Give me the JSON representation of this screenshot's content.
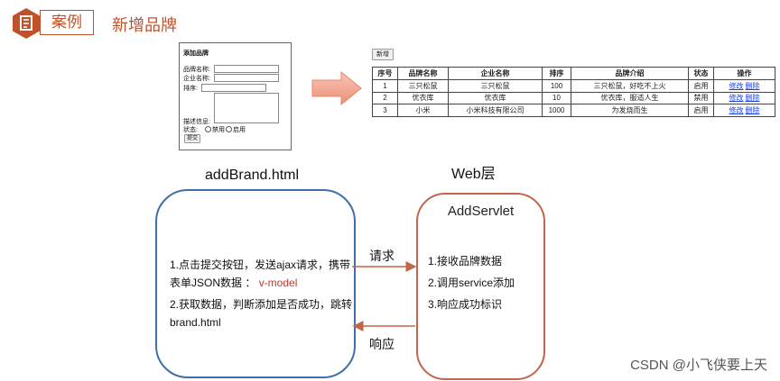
{
  "header": {
    "tab": "案例",
    "title": "新增品牌"
  },
  "form": {
    "title": "添加品牌",
    "brand_label": "品牌名称:",
    "company_label": "企业名称:",
    "order_label": "排序:",
    "desc_label": "描述信息:",
    "status_label": "状态:",
    "disable_label": "禁用",
    "enable_label": "启用",
    "submit_label": "提交"
  },
  "table_view": {
    "add_button": "新增",
    "columns": [
      "序号",
      "品牌名称",
      "企业名称",
      "排序",
      "品牌介绍",
      "状态",
      "操作"
    ],
    "rows": [
      {
        "no": "1",
        "brand": "三只松鼠",
        "company": "三只松鼠",
        "order": "100",
        "desc": "三只松鼠，好吃不上火",
        "status": "启用",
        "edit": "修改",
        "delete": "删除"
      },
      {
        "no": "2",
        "brand": "优衣库",
        "company": "优衣库",
        "order": "10",
        "desc": "优衣库，服适人生",
        "status": "禁用",
        "edit": "修改",
        "delete": "删除"
      },
      {
        "no": "3",
        "brand": "小米",
        "company": "小米科技有限公司",
        "order": "1000",
        "desc": "为发烧而生",
        "status": "启用",
        "edit": "修改",
        "delete": "删除"
      }
    ]
  },
  "diagram": {
    "frontend_title": "addBrand.html",
    "web_layer": "Web层",
    "servlet_title": "AddServlet",
    "frontend_step1": "1.点击提交按钮，发送ajax请求，携带",
    "frontend_step1b_prefix": "表单JSON数据 ：",
    "frontend_step1b_highlight": "v-model",
    "frontend_step2": "2.获取数据，判断添加是否成功，跳转",
    "frontend_step2b": "brand.html",
    "servlet_step1": "1.接收品牌数据",
    "servlet_step2": "2.调用service添加",
    "servlet_step3": "3.响应成功标识",
    "request_label": "请求",
    "response_label": "响应"
  },
  "watermark": "CSDN @小飞侠要上天",
  "colors": {
    "accent": "#c0522b",
    "frontend_border": "#3e6fa8",
    "servlet_border": "#c0664a",
    "highlight": "#c0392b"
  }
}
